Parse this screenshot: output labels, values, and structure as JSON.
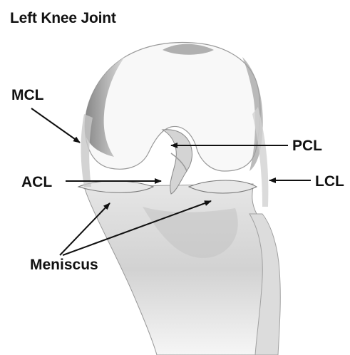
{
  "title": "Left Knee Joint",
  "labels": {
    "mcl": "MCL",
    "pcl": "PCL",
    "acl": "ACL",
    "lcl": "LCL",
    "meniscus": "Meniscus"
  },
  "colors": {
    "bone_light": "#ffffff",
    "bone_shade": "#cfcfcf",
    "bone_dark": "#8c8c8c",
    "arrow": "#111111"
  }
}
